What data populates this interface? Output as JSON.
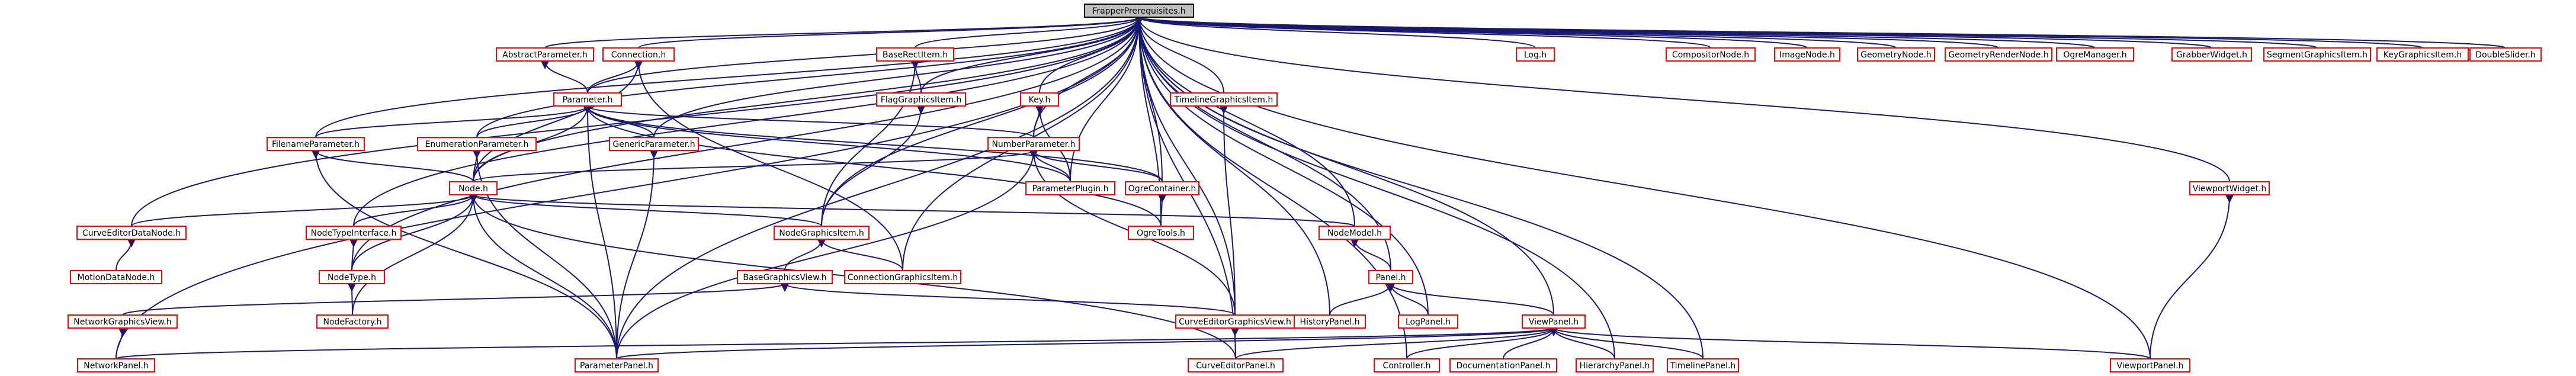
{
  "graph": {
    "root": "FrapperPrerequisites.h",
    "nodes": [
      {
        "id": "FrapperPrerequisites.h"
      },
      {
        "id": "AbstractParameter.h"
      },
      {
        "id": "Connection.h"
      },
      {
        "id": "BaseRectItem.h"
      },
      {
        "id": "FlagGraphicsItem.h"
      },
      {
        "id": "Key.h"
      },
      {
        "id": "TimelineGraphicsItem.h"
      },
      {
        "id": "Log.h"
      },
      {
        "id": "CompositorNode.h"
      },
      {
        "id": "ImageNode.h"
      },
      {
        "id": "GeometryNode.h"
      },
      {
        "id": "GeometryRenderNode.h"
      },
      {
        "id": "OgreManager.h"
      },
      {
        "id": "GrabberWidget.h"
      },
      {
        "id": "SegmentGraphicsItem.h"
      },
      {
        "id": "KeyGraphicsItem.h"
      },
      {
        "id": "DoubleSlider.h"
      },
      {
        "id": "Parameter.h"
      },
      {
        "id": "FilenameParameter.h"
      },
      {
        "id": "EnumerationParameter.h"
      },
      {
        "id": "GenericParameter.h"
      },
      {
        "id": "NumberParameter.h"
      },
      {
        "id": "ParameterPlugin.h"
      },
      {
        "id": "OgreContainer.h"
      },
      {
        "id": "OgreTools.h"
      },
      {
        "id": "ViewportWidget.h"
      },
      {
        "id": "Node.h"
      },
      {
        "id": "CurveEditorDataNode.h"
      },
      {
        "id": "NodeTypeInterface.h"
      },
      {
        "id": "NodeGraphicsItem.h"
      },
      {
        "id": "NodeModel.h"
      },
      {
        "id": "MotionDataNode.h"
      },
      {
        "id": "NodeType.h"
      },
      {
        "id": "BaseGraphicsView.h"
      },
      {
        "id": "ConnectionGraphicsItem.h"
      },
      {
        "id": "Panel.h"
      },
      {
        "id": "NetworkGraphicsView.h"
      },
      {
        "id": "NodeFactory.h"
      },
      {
        "id": "CurveEditorGraphicsView.h"
      },
      {
        "id": "HistoryPanel.h"
      },
      {
        "id": "LogPanel.h"
      },
      {
        "id": "ViewPanel.h"
      },
      {
        "id": "NetworkPanel.h"
      },
      {
        "id": "ParameterPanel.h"
      },
      {
        "id": "CurveEditorPanel.h"
      },
      {
        "id": "Controller.h"
      },
      {
        "id": "DocumentationPanel.h"
      },
      {
        "id": "HierarchyPanel.h"
      },
      {
        "id": "TimelinePanel.h"
      },
      {
        "id": "ViewportPanel.h"
      }
    ],
    "edges": [
      [
        "FrapperPrerequisites.h",
        "AbstractParameter.h"
      ],
      [
        "FrapperPrerequisites.h",
        "Connection.h"
      ],
      [
        "FrapperPrerequisites.h",
        "BaseRectItem.h"
      ],
      [
        "FrapperPrerequisites.h",
        "FlagGraphicsItem.h"
      ],
      [
        "FrapperPrerequisites.h",
        "Key.h"
      ],
      [
        "FrapperPrerequisites.h",
        "TimelineGraphicsItem.h"
      ],
      [
        "FrapperPrerequisites.h",
        "Log.h"
      ],
      [
        "FrapperPrerequisites.h",
        "CompositorNode.h"
      ],
      [
        "FrapperPrerequisites.h",
        "ImageNode.h"
      ],
      [
        "FrapperPrerequisites.h",
        "GeometryNode.h"
      ],
      [
        "FrapperPrerequisites.h",
        "GeometryRenderNode.h"
      ],
      [
        "FrapperPrerequisites.h",
        "OgreManager.h"
      ],
      [
        "FrapperPrerequisites.h",
        "GrabberWidget.h"
      ],
      [
        "FrapperPrerequisites.h",
        "SegmentGraphicsItem.h"
      ],
      [
        "FrapperPrerequisites.h",
        "KeyGraphicsItem.h"
      ],
      [
        "FrapperPrerequisites.h",
        "DoubleSlider.h"
      ],
      [
        "FrapperPrerequisites.h",
        "Parameter.h"
      ],
      [
        "FrapperPrerequisites.h",
        "FilenameParameter.h"
      ],
      [
        "FrapperPrerequisites.h",
        "EnumerationParameter.h"
      ],
      [
        "FrapperPrerequisites.h",
        "GenericParameter.h"
      ],
      [
        "FrapperPrerequisites.h",
        "NumberParameter.h"
      ],
      [
        "FrapperPrerequisites.h",
        "ParameterPlugin.h"
      ],
      [
        "FrapperPrerequisites.h",
        "OgreContainer.h"
      ],
      [
        "FrapperPrerequisites.h",
        "OgreTools.h"
      ],
      [
        "FrapperPrerequisites.h",
        "ViewportWidget.h"
      ],
      [
        "FrapperPrerequisites.h",
        "Node.h"
      ],
      [
        "FrapperPrerequisites.h",
        "CurveEditorDataNode.h"
      ],
      [
        "FrapperPrerequisites.h",
        "NodeTypeInterface.h"
      ],
      [
        "FrapperPrerequisites.h",
        "NodeGraphicsItem.h"
      ],
      [
        "FrapperPrerequisites.h",
        "NodeModel.h"
      ],
      [
        "FrapperPrerequisites.h",
        "NodeType.h"
      ],
      [
        "FrapperPrerequisites.h",
        "ConnectionGraphicsItem.h"
      ],
      [
        "FrapperPrerequisites.h",
        "Panel.h"
      ],
      [
        "FrapperPrerequisites.h",
        "NetworkPanel.h"
      ],
      [
        "FrapperPrerequisites.h",
        "ParameterPanel.h"
      ],
      [
        "FrapperPrerequisites.h",
        "CurveEditorGraphicsView.h"
      ],
      [
        "FrapperPrerequisites.h",
        "HistoryPanel.h"
      ],
      [
        "FrapperPrerequisites.h",
        "LogPanel.h"
      ],
      [
        "FrapperPrerequisites.h",
        "ViewPanel.h"
      ],
      [
        "FrapperPrerequisites.h",
        "CurveEditorPanel.h"
      ],
      [
        "FrapperPrerequisites.h",
        "Controller.h"
      ],
      [
        "FrapperPrerequisites.h",
        "HierarchyPanel.h"
      ],
      [
        "FrapperPrerequisites.h",
        "TimelinePanel.h"
      ],
      [
        "FrapperPrerequisites.h",
        "ViewportPanel.h"
      ],
      [
        "AbstractParameter.h",
        "Parameter.h"
      ],
      [
        "Connection.h",
        "Parameter.h"
      ],
      [
        "Connection.h",
        "Node.h"
      ],
      [
        "Connection.h",
        "ConnectionGraphicsItem.h"
      ],
      [
        "BaseRectItem.h",
        "FlagGraphicsItem.h"
      ],
      [
        "BaseRectItem.h",
        "NodeGraphicsItem.h"
      ],
      [
        "FlagGraphicsItem.h",
        "NodeGraphicsItem.h"
      ],
      [
        "Key.h",
        "NumberParameter.h"
      ],
      [
        "Key.h",
        "ParameterPlugin.h"
      ],
      [
        "TimelineGraphicsItem.h",
        "CurveEditorGraphicsView.h"
      ],
      [
        "Parameter.h",
        "FilenameParameter.h"
      ],
      [
        "Parameter.h",
        "EnumerationParameter.h"
      ],
      [
        "Parameter.h",
        "GenericParameter.h"
      ],
      [
        "Parameter.h",
        "NumberParameter.h"
      ],
      [
        "Parameter.h",
        "Node.h"
      ],
      [
        "Parameter.h",
        "ParameterPanel.h"
      ],
      [
        "Parameter.h",
        "ParameterPlugin.h"
      ],
      [
        "Parameter.h",
        "OgreContainer.h"
      ],
      [
        "Parameter.h",
        "OgreTools.h"
      ],
      [
        "FilenameParameter.h",
        "Node.h"
      ],
      [
        "FilenameParameter.h",
        "ParameterPanel.h"
      ],
      [
        "EnumerationParameter.h",
        "Node.h"
      ],
      [
        "EnumerationParameter.h",
        "ParameterPanel.h"
      ],
      [
        "GenericParameter.h",
        "ParameterPanel.h"
      ],
      [
        "NumberParameter.h",
        "Node.h"
      ],
      [
        "NumberParameter.h",
        "ParameterPlugin.h"
      ],
      [
        "NumberParameter.h",
        "OgreContainer.h"
      ],
      [
        "NumberParameter.h",
        "CurveEditorGraphicsView.h"
      ],
      [
        "NumberParameter.h",
        "ParameterPanel.h"
      ],
      [
        "OgreContainer.h",
        "OgreTools.h"
      ],
      [
        "ViewportWidget.h",
        "ViewportPanel.h"
      ],
      [
        "Node.h",
        "CurveEditorDataNode.h"
      ],
      [
        "Node.h",
        "NodeTypeInterface.h"
      ],
      [
        "Node.h",
        "NodeGraphicsItem.h"
      ],
      [
        "Node.h",
        "NodeModel.h"
      ],
      [
        "Node.h",
        "NodeType.h"
      ],
      [
        "Node.h",
        "NodeFactory.h"
      ],
      [
        "Node.h",
        "ParameterPanel.h"
      ],
      [
        "Node.h",
        "CurveEditorPanel.h"
      ],
      [
        "CurveEditorDataNode.h",
        "MotionDataNode.h"
      ],
      [
        "NodeTypeInterface.h",
        "NodeType.h"
      ],
      [
        "NodeGraphicsItem.h",
        "BaseGraphicsView.h"
      ],
      [
        "NodeGraphicsItem.h",
        "ConnectionGraphicsItem.h"
      ],
      [
        "NodeModel.h",
        "Panel.h"
      ],
      [
        "NodeType.h",
        "NodeFactory.h"
      ],
      [
        "BaseGraphicsView.h",
        "NetworkGraphicsView.h"
      ],
      [
        "BaseGraphicsView.h",
        "CurveEditorGraphicsView.h"
      ],
      [
        "Panel.h",
        "HistoryPanel.h"
      ],
      [
        "Panel.h",
        "LogPanel.h"
      ],
      [
        "Panel.h",
        "ViewPanel.h"
      ],
      [
        "NetworkGraphicsView.h",
        "NetworkPanel.h"
      ],
      [
        "CurveEditorGraphicsView.h",
        "CurveEditorPanel.h"
      ],
      [
        "ViewPanel.h",
        "NetworkPanel.h"
      ],
      [
        "ViewPanel.h",
        "ParameterPanel.h"
      ],
      [
        "ViewPanel.h",
        "CurveEditorPanel.h"
      ],
      [
        "ViewPanel.h",
        "Controller.h"
      ],
      [
        "ViewPanel.h",
        "DocumentationPanel.h"
      ],
      [
        "ViewPanel.h",
        "HierarchyPanel.h"
      ],
      [
        "ViewPanel.h",
        "TimelinePanel.h"
      ],
      [
        "ViewPanel.h",
        "ViewportPanel.h"
      ]
    ]
  }
}
